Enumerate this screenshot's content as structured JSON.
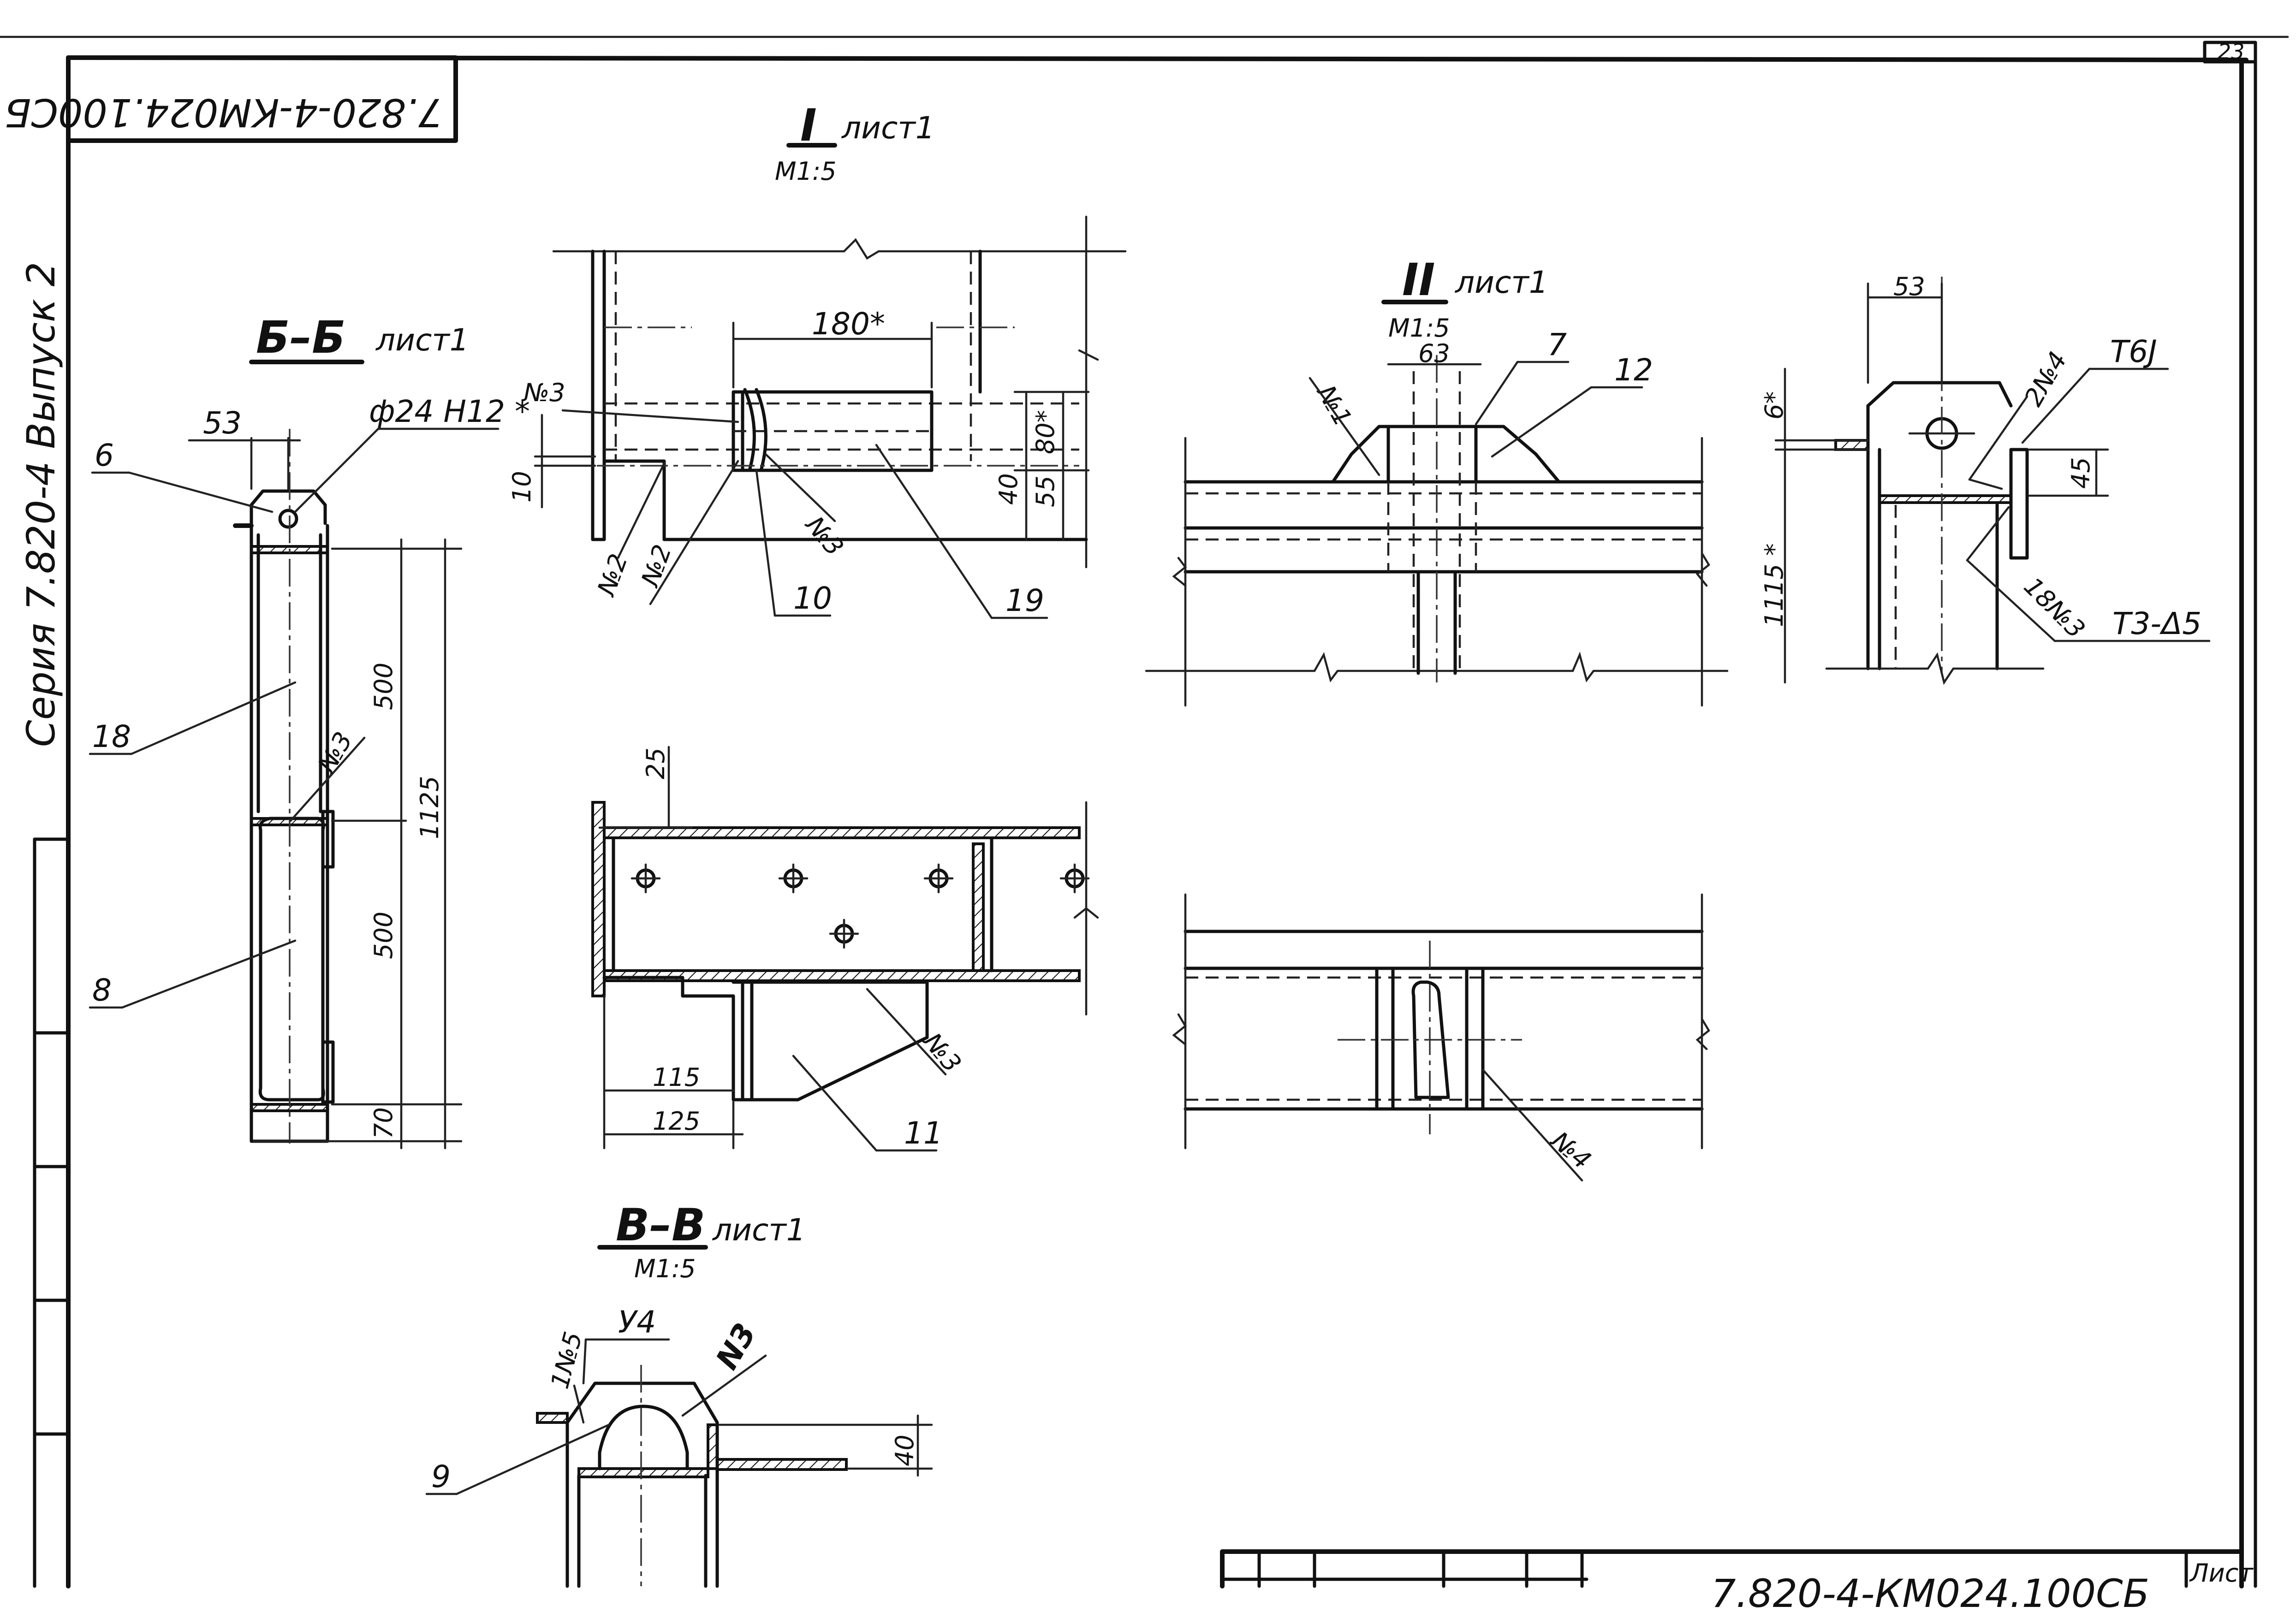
{
  "stamp_code": "7.820-4-КМ024.100СБ",
  "sheet_number": "23",
  "series_vertical": "Серия 7.820-4   Выпуск 2",
  "title_block_code": "7.820-4-КМ024.100СБ",
  "title_block_sheet": "Лист",
  "views": {
    "view1": {
      "mark": "I",
      "ref": "лист1",
      "scale": "М1:5"
    },
    "view2": {
      "mark": "II",
      "ref": "лист1",
      "scale": "М1:5"
    },
    "sectionBB": {
      "mark": "Б–Б",
      "ref": "лист1"
    },
    "sectionVV": {
      "mark": "В–В",
      "ref": "лист1",
      "scale": "М1:5"
    }
  },
  "bb": {
    "dim_53": "53",
    "hole": "ф24 Н12 *",
    "pos6": "6",
    "pos18": "18",
    "pos8": "8",
    "weld": "№3",
    "d500a": "500",
    "d500b": "500",
    "d1125": "1125",
    "d70": "70"
  },
  "v1": {
    "d180": "180*",
    "n3": "№3",
    "d10": "10",
    "n2a": "№2",
    "n2b": "№2",
    "n3b": "№3",
    "d80": "80*",
    "d40": "40",
    "d55": "55",
    "pos10": "10",
    "pos19": "19"
  },
  "v2": {
    "n1": "№1",
    "d63": "63",
    "pos7": "7",
    "pos12": "12"
  },
  "rdet": {
    "d53": "53",
    "t6j": "Т6Ј",
    "w2n4": "2№4",
    "d6": "6*",
    "d45": "45",
    "d1115": "1115 *",
    "w18n3": "18№3",
    "t3": "Т3-Δ5"
  },
  "mid": {
    "d25": "25",
    "d115": "115",
    "d125": "125",
    "n3": "№3",
    "pos11": "11"
  },
  "rmid": {
    "n4": "№4"
  },
  "vv": {
    "u4": "У4",
    "n5": "1№5",
    "n3": "N3",
    "pos9": "9",
    "d40": "40"
  }
}
